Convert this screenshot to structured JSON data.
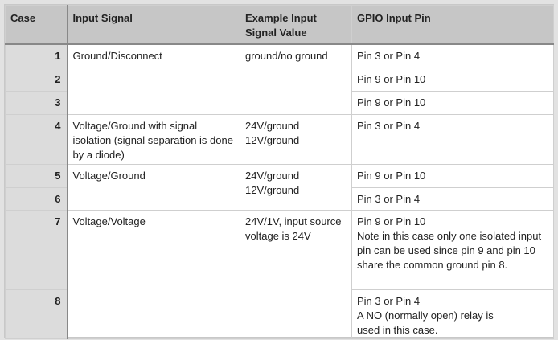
{
  "headers": {
    "case": "Case",
    "input": "Input Signal",
    "example_l1": "Example Input",
    "example_l2": "Signal Value",
    "gpio": "GPIO Input Pin"
  },
  "rows": [
    {
      "case": "1",
      "input": "Ground/Disconnect",
      "example": "ground/no ground",
      "gpio": "Pin 3 or Pin 4"
    },
    {
      "case": "2",
      "gpio": "Pin 9 or Pin 10"
    },
    {
      "case": "3",
      "gpio": "Pin 9 or Pin 10"
    },
    {
      "case": "4",
      "input": "Voltage/Ground with signal isolation (signal separation is done by a diode)",
      "example_l1": "24V/ground",
      "example_l2": "12V/ground",
      "gpio": "Pin 3 or Pin 4"
    },
    {
      "case": "5",
      "input": "Voltage/Ground",
      "example_l1": "24V/ground",
      "example_l2": "12V/ground",
      "gpio": "Pin 9 or Pin 10"
    },
    {
      "case": "6",
      "gpio": "Pin 3 or Pin 4"
    },
    {
      "case": "7",
      "input": "Voltage/Voltage",
      "example": "24V/1V, input source voltage is 24V",
      "gpio_l1": "Pin 9 or Pin 10",
      "gpio_l2": "Note in this case only one isolated input pin can be used since pin 9 and pin 10 share the common ground pin 8."
    },
    {
      "case": "8",
      "gpio_l1": "Pin 3 or Pin 4",
      "gpio_l2": "A NO (normally open) relay is used in this case."
    }
  ]
}
